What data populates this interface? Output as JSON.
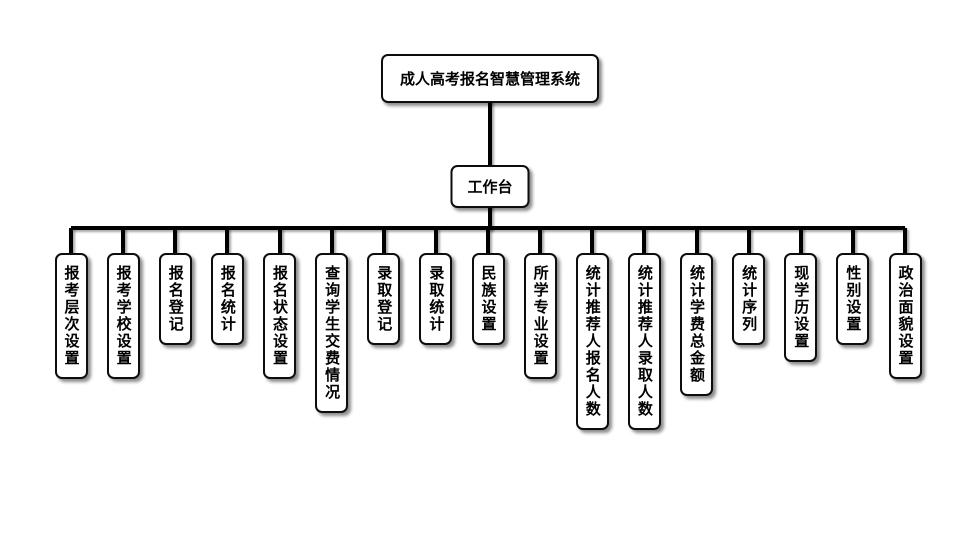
{
  "chart": {
    "type": "org-tree",
    "root": "成人高考报名智慧管理系统",
    "level2": "工作台",
    "leaves": [
      {
        "label": "报考层次设置"
      },
      {
        "label": "报考学校设置"
      },
      {
        "label": "报名登记"
      },
      {
        "label": "报名统计"
      },
      {
        "label": "报名状态设置"
      },
      {
        "label": "查询学生交费情况"
      },
      {
        "label": "录取登记"
      },
      {
        "label": "录取统计"
      },
      {
        "label": "民族设置"
      },
      {
        "label": "所学专业设置"
      },
      {
        "label": "统计推荐人报名人数"
      },
      {
        "label": "统计推荐人录取人数"
      },
      {
        "label": "统计学费总金额"
      },
      {
        "label": "统计序列"
      },
      {
        "label": "现学历设置"
      },
      {
        "label": "性别设置"
      },
      {
        "label": "政治面貌设置"
      }
    ],
    "colors": {
      "line": "#000000",
      "node_border": "#0d0d0d",
      "node_background": "#ffffff",
      "background": "#ffffff"
    }
  }
}
